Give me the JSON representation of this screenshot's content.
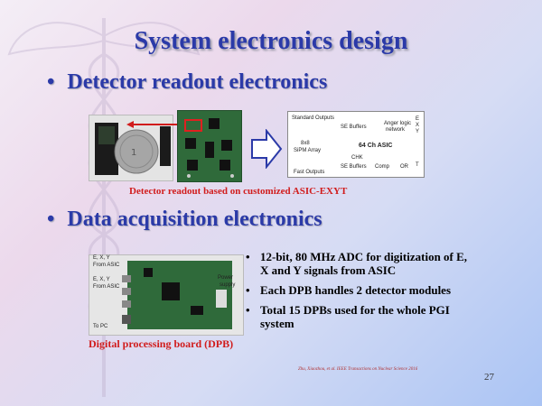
{
  "slide": {
    "title": "System electronics design",
    "bullets": [
      {
        "text": "Detector readout electronics"
      },
      {
        "text": "Data acquisition electronics"
      }
    ],
    "readout": {
      "caption": "Detector readout based on customized ASIC-EXYT",
      "asic_diagram": {
        "standard_outputs": "Standard Outputs",
        "fast_outputs": "Fast Outputs",
        "array": "8x8",
        "array_sub": "SiPM Array",
        "anger": "Anger logic",
        "network": "network",
        "asic": "64 Ch ASIC",
        "buffer": "SE Buffers",
        "chk": "CHK",
        "comp": "Comp",
        "or": "OR",
        "e": "E",
        "x": "X",
        "y": "Y",
        "t": "T"
      }
    },
    "dpb": {
      "caption": "Digital processing board (DPB)",
      "labels": {
        "exy_adc1": "E, X, Y",
        "from_asic1": "From ASIC",
        "exy_adc2": "E, X, Y",
        "from_asic2": "From ASIC",
        "to_pc": "To PC",
        "power": "Power",
        "supply": "supply"
      },
      "points": [
        "12-bit, 80 MHz ADC for digitization of E, X and Y signals from ASIC",
        "Each DPB handles 2 detector modules",
        "Total 15 DPBs used for the whole PGI system"
      ]
    },
    "reference": "Zhu, Xiaozhou, et al. IEEE Transactions on Nuclear Science 2016",
    "page_number": "27"
  }
}
